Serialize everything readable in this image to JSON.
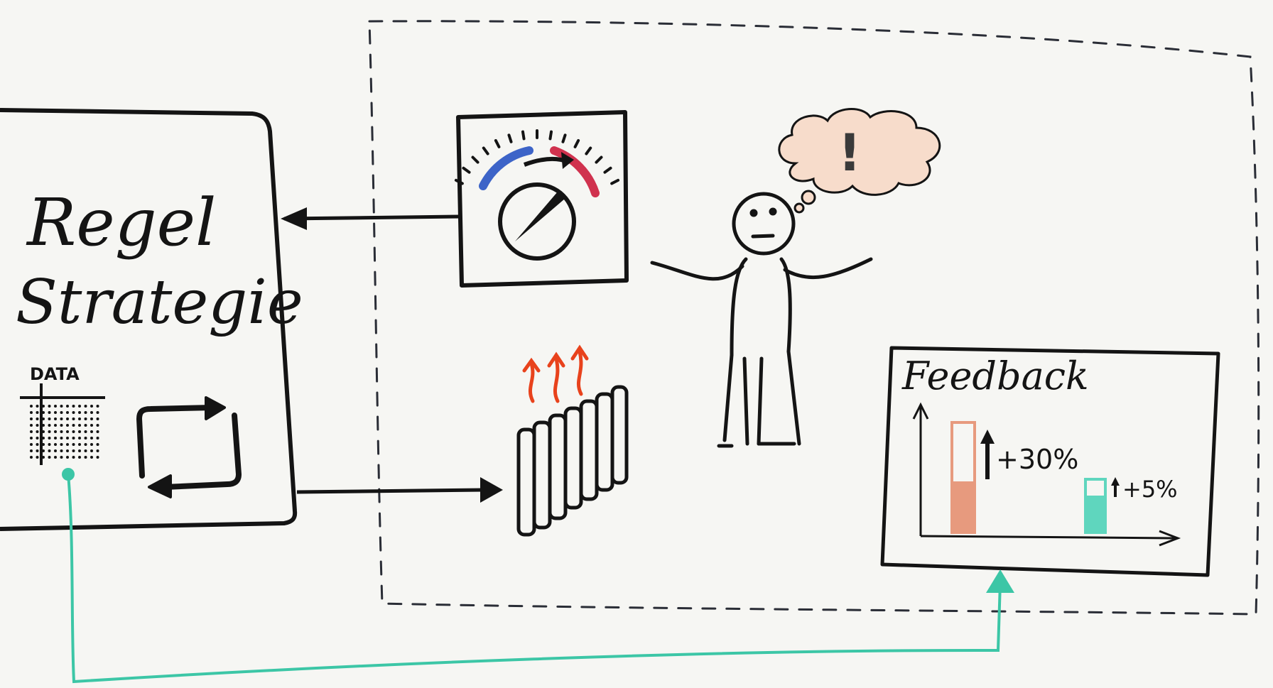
{
  "strategy_box": {
    "title_line1": "Regel",
    "title_line2": "Strategie",
    "data_label": "DATA"
  },
  "thought_bubble": {
    "text": "!"
  },
  "feedback_panel": {
    "title": "Feedback",
    "bar1_change": "+30%",
    "bar2_change": "+5%"
  },
  "colors": {
    "ink": "#141414",
    "cold": "#3d64c8",
    "warm": "#d0324e",
    "heat_arrows": "#e8421c",
    "bubble": "#f7dccb",
    "teal": "#3cc6a6",
    "bar_red": "#e79a7e",
    "bar_teal": "#5fd6be",
    "paper": "#f6f6f3"
  }
}
